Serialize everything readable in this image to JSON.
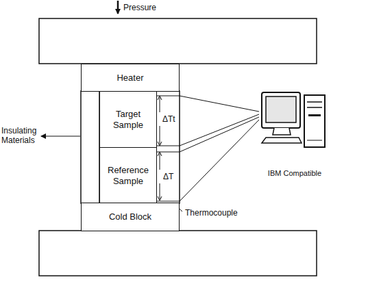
{
  "diagram": {
    "nodes": [
      {
        "text": [
          "Heater"
        ]
      },
      {
        "text": [
          "Target Sample"
        ]
      },
      {
        "text": [
          "Reference Sample"
        ]
      },
      {
        "text": [
          "Cold Block"
        ]
      },
      {
        "text": [
          "IBM Compatible"
        ]
      }
    ],
    "edges": [
      {
        "from": 1,
        "to": 4,
        "arrow": "none"
      },
      {
        "from": 1,
        "to": 4,
        "arrow": "none"
      },
      {
        "from": 2,
        "to": 4,
        "arrow": "none"
      },
      {
        "from": 2,
        "to": 4,
        "arrow": "none"
      }
    ],
    "labels": [
      "Pressure",
      "Insulating Materials",
      "ΔTt",
      "ΔT",
      "Thermocouple"
    ]
  }
}
